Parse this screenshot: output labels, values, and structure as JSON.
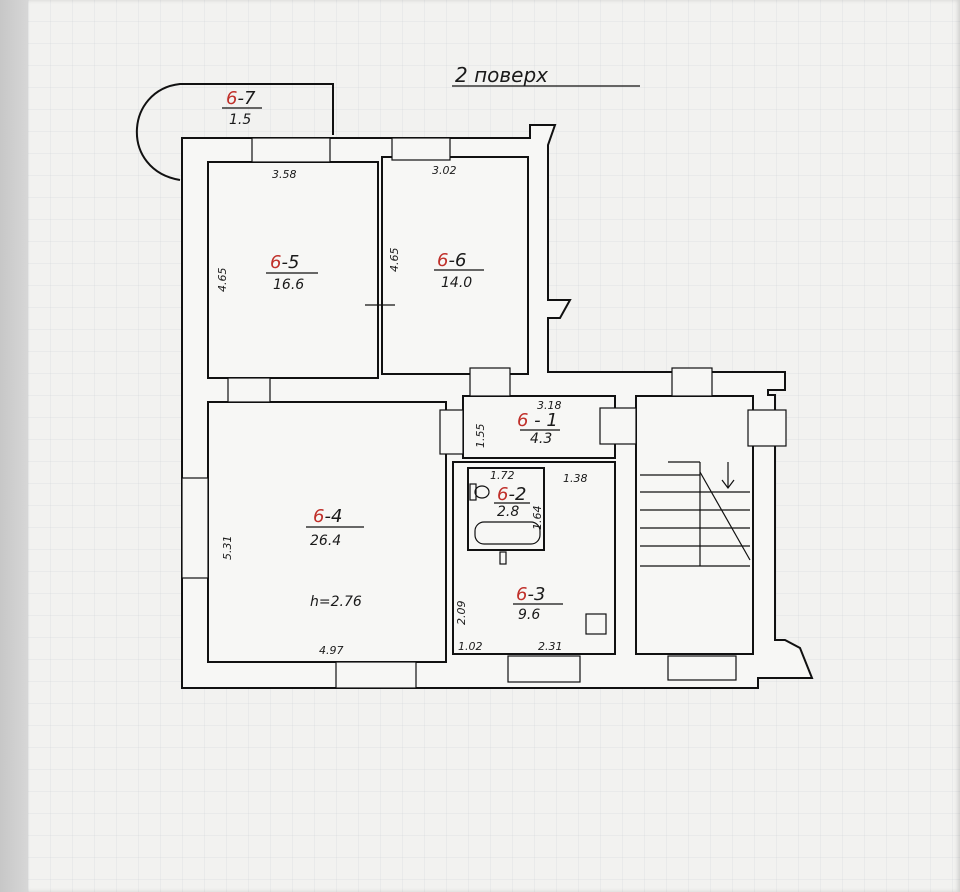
{
  "title": "2 поверх",
  "rooms": {
    "r67": {
      "id_prefix": "6",
      "id_num": "-7",
      "area": "1.5"
    },
    "r65": {
      "id_prefix": "6",
      "id_num": "-5",
      "area": "16.6",
      "dims": [
        "3.58",
        "4.65",
        "4.65"
      ]
    },
    "r66": {
      "id_prefix": "6",
      "id_num": "-6",
      "area": "14.0",
      "dims": [
        "3.02"
      ]
    },
    "r61": {
      "id_prefix": "6",
      "id_num": " - 1",
      "area": "4.3",
      "dims": [
        "3.18",
        "1.55"
      ]
    },
    "r62": {
      "id_prefix": "6",
      "id_num": "-2",
      "area": "2.8",
      "dims": [
        "1.72",
        "1.64"
      ]
    },
    "r63": {
      "id_prefix": "6",
      "id_num": "-3",
      "area": "9.6",
      "dims": [
        "2.09",
        "1.02",
        "2.31",
        "1.38"
      ]
    },
    "r64": {
      "id_prefix": "6",
      "id_num": "-4",
      "area": "26.4",
      "height": "h=2.76",
      "dims": [
        "5.31",
        "4.97"
      ]
    }
  }
}
